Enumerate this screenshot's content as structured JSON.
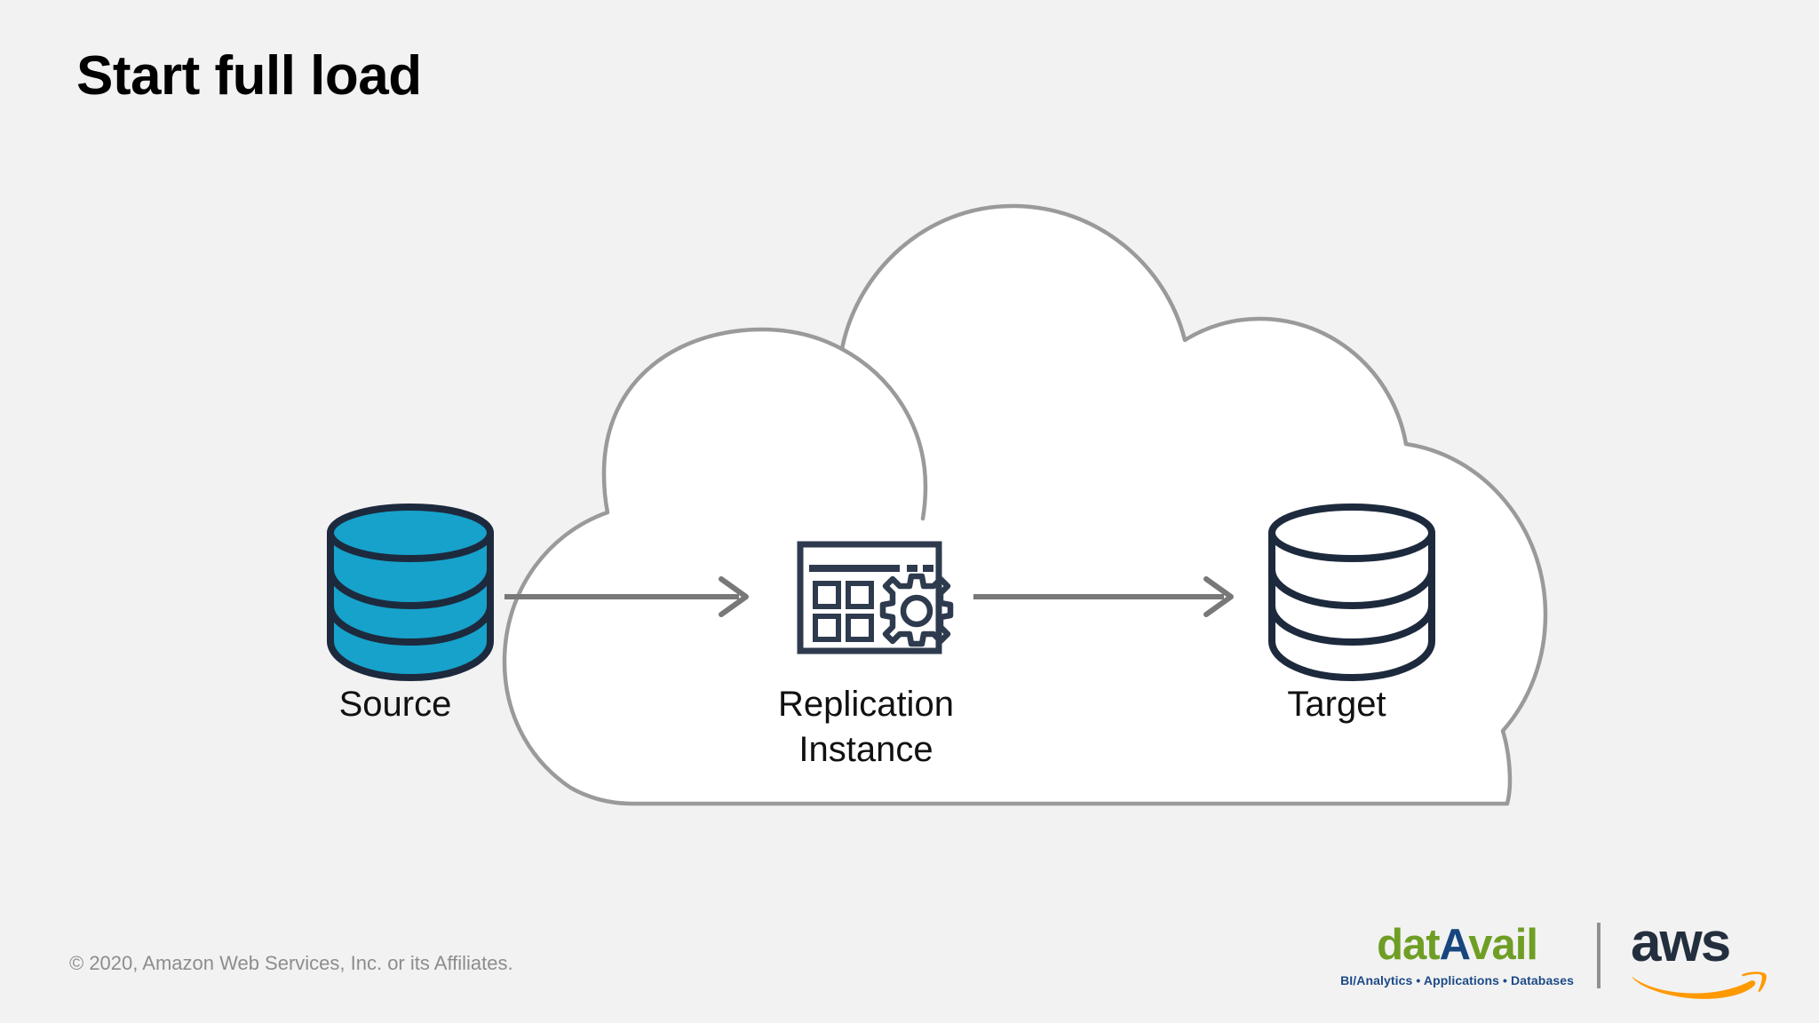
{
  "slide": {
    "title": "Start full load",
    "background_color": "#f2f2f2"
  },
  "diagram": {
    "type": "flow",
    "description": "AWS DMS full load flow: on-premises Source database replicates through a Replication Instance inside the AWS cloud into a Target database.",
    "cloud": {
      "name": "aws-cloud",
      "fill": "#ffffff",
      "stroke": "#9a9a9a"
    },
    "nodes": [
      {
        "id": "source",
        "label": "Source",
        "icon": "database-icon",
        "fill": "#16a2cb",
        "stroke": "#1d2a3d",
        "inside_cloud": false
      },
      {
        "id": "replication-instance",
        "label_line1": "Replication",
        "label_line2": "Instance",
        "icon": "replication-instance-icon",
        "fill": "#ffffff",
        "stroke": "#2e3b4e",
        "inside_cloud": true
      },
      {
        "id": "target",
        "label": "Target",
        "icon": "database-icon",
        "fill": "#ffffff",
        "stroke": "#1d2a3d",
        "inside_cloud": true
      }
    ],
    "arrows": [
      {
        "id": "arrow-source-to-replication",
        "from": "source",
        "to": "replication-instance",
        "color": "#787878"
      },
      {
        "id": "arrow-replication-to-target",
        "from": "replication-instance",
        "to": "target",
        "color": "#787878"
      }
    ]
  },
  "footer": {
    "copyright": "© 2020, Amazon Web Services, Inc. or its Affiliates.",
    "datavail": {
      "wordmark_part1": "dat",
      "wordmark_part2": "A",
      "wordmark_part3": "vail",
      "tagline": "BI/Analytics • Applications • Databases",
      "green": "#6f9e25",
      "blue": "#17467f"
    },
    "aws": {
      "wordmark": "aws",
      "text_color": "#232f3e",
      "smile_color": "#ff9900"
    }
  }
}
